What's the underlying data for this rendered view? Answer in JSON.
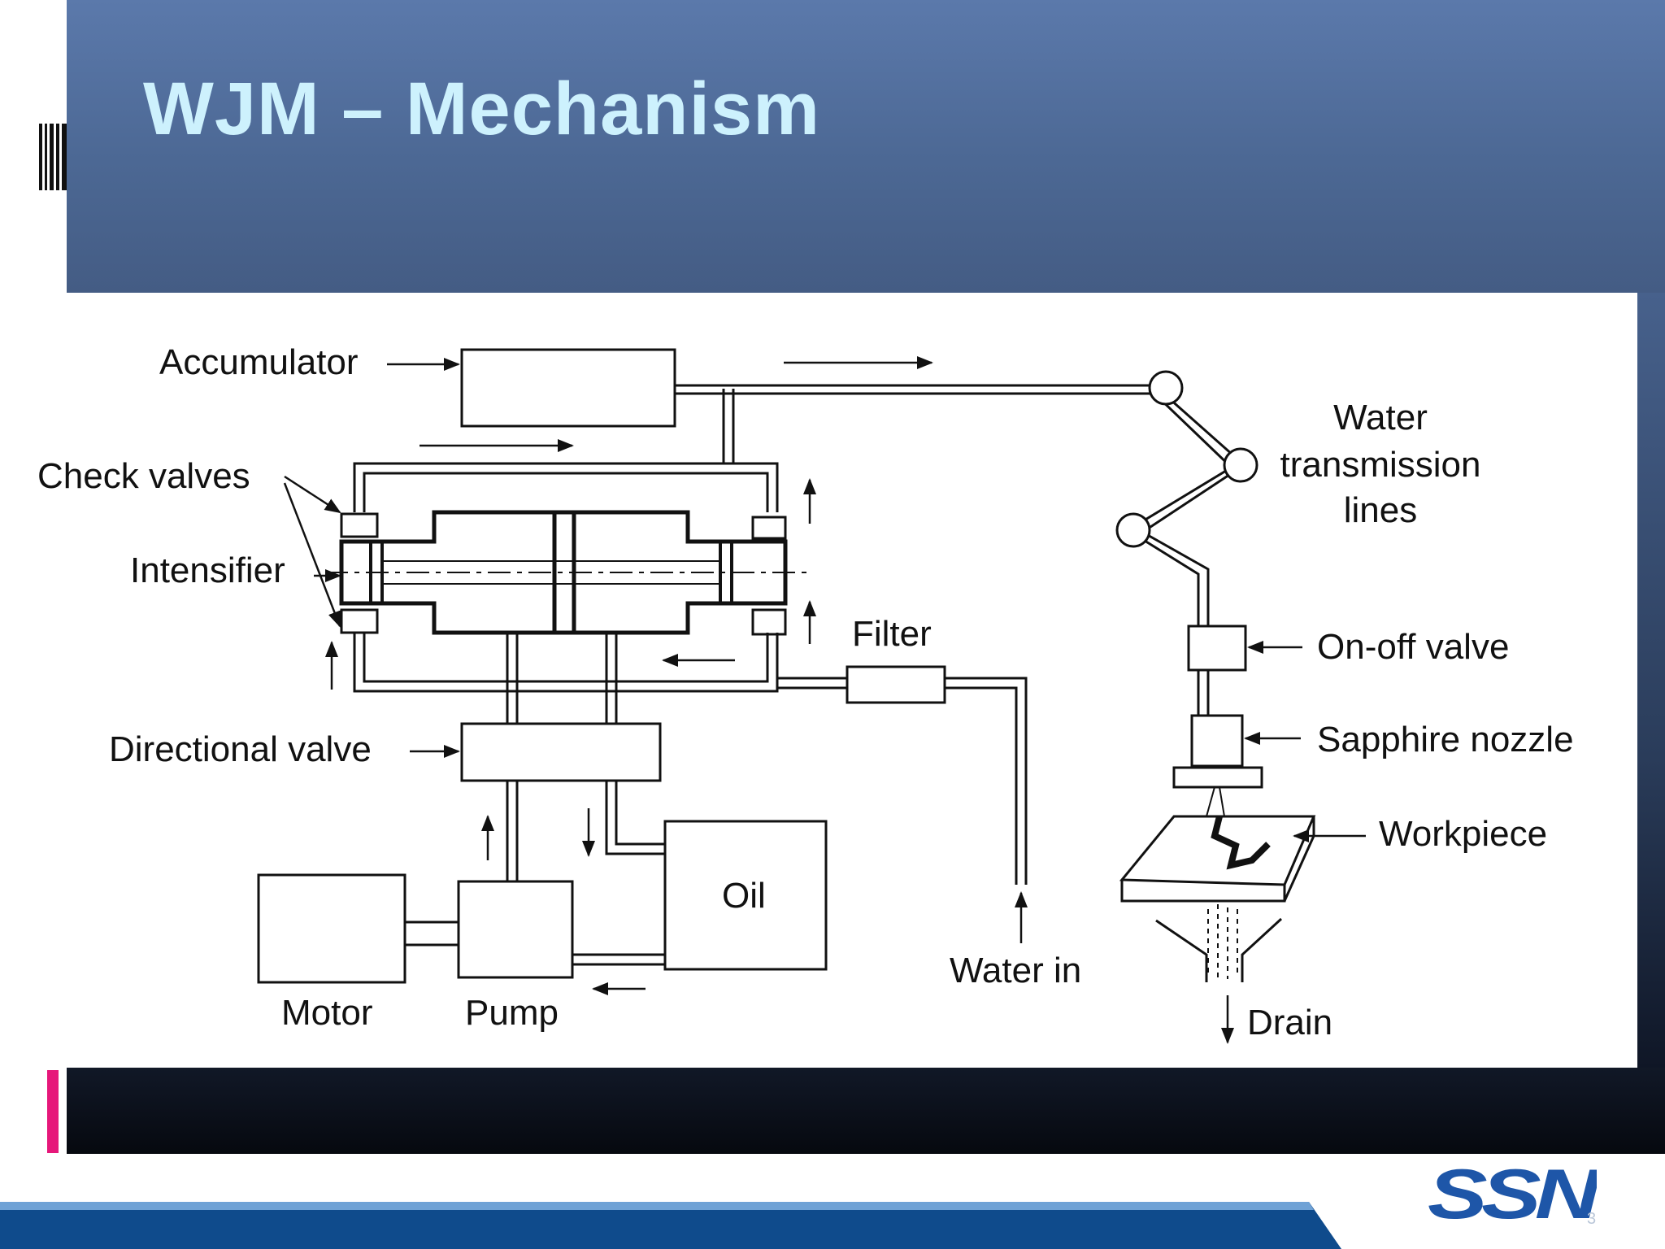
{
  "slide": {
    "title": "WJM – Mechanism",
    "page_number": "3"
  },
  "diagram": {
    "labels": {
      "accumulator": "Accumulator",
      "check_valves": "Check valves",
      "intensifier": "Intensifier",
      "filter": "Filter",
      "directional_valve": "Directional valve",
      "oil": "Oil",
      "motor": "Motor",
      "pump": "Pump",
      "water_in": "Water in",
      "water_transmission_lines": [
        "Water",
        "transmission",
        "lines"
      ],
      "on_off_valve": "On-off valve",
      "sapphire_nozzle": "Sapphire nozzle",
      "workpiece": "Workpiece",
      "drain": "Drain"
    }
  },
  "colors": {
    "title": "#cdf1fd",
    "header": "#5b79ab",
    "accent_pink": "#e6177a",
    "logo_blue": "#1e56a8"
  },
  "logo": {
    "text": "SSN"
  }
}
